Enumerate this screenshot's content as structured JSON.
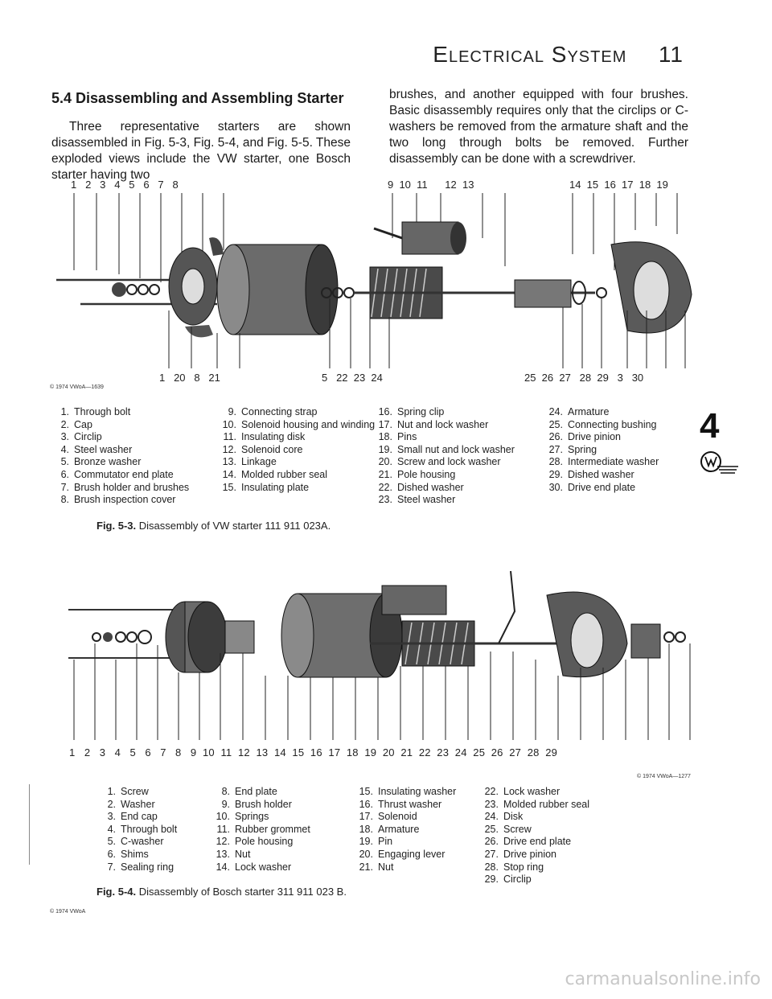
{
  "header": {
    "title": "Electrical System",
    "page_number": "11"
  },
  "section": {
    "title": "5.4 Disassembling and Assembling Starter",
    "para_left": "Three representative starters are shown disassembled in Fig. 5-3, Fig. 5-4, and Fig. 5-5. These exploded views include the VW starter, one Bosch starter having two",
    "para_right": "brushes, and another equipped with four brushes. Basic disassembly requires only that the circlips or C-washers be removed from the armature shaft and the two long through bolts be removed. Further disassembly can be done with a screwdriver."
  },
  "fig3": {
    "top_numbers": "1   2   3   4   5   6   7   8",
    "top_numbers_mid": "9  10  11      12  13",
    "top_numbers_right": "14  15  16  17  18  19",
    "bottom_numbers_left": "1   20   8   21",
    "bottom_numbers_mid": "5   22  23  24",
    "bottom_numbers_right": "25  26  27   28  29   3   30",
    "credit": "© 1974 VWoA—1639",
    "legend_col1": [
      {
        "n": "1.",
        "t": "Through bolt"
      },
      {
        "n": "2.",
        "t": "Cap"
      },
      {
        "n": "3.",
        "t": "Circlip"
      },
      {
        "n": "4.",
        "t": "Steel washer"
      },
      {
        "n": "5.",
        "t": "Bronze washer"
      },
      {
        "n": "6.",
        "t": "Commutator end plate"
      },
      {
        "n": "7.",
        "t": "Brush holder and brushes"
      },
      {
        "n": "8.",
        "t": "Brush inspection cover"
      }
    ],
    "legend_col2": [
      {
        "n": "9.",
        "t": "Connecting strap"
      },
      {
        "n": "10.",
        "t": "Solenoid housing and winding"
      },
      {
        "n": "11.",
        "t": "Insulating disk"
      },
      {
        "n": "12.",
        "t": "Solenoid core"
      },
      {
        "n": "13.",
        "t": "Linkage"
      },
      {
        "n": "14.",
        "t": "Molded rubber seal"
      },
      {
        "n": "15.",
        "t": "Insulating plate"
      }
    ],
    "legend_col3": [
      {
        "n": "16.",
        "t": "Spring clip"
      },
      {
        "n": "17.",
        "t": "Nut and lock washer"
      },
      {
        "n": "18.",
        "t": "Pins"
      },
      {
        "n": "19.",
        "t": "Small nut and lock washer"
      },
      {
        "n": "20.",
        "t": "Screw and lock washer"
      },
      {
        "n": "21.",
        "t": "Pole housing"
      },
      {
        "n": "22.",
        "t": "Dished washer"
      },
      {
        "n": "23.",
        "t": "Steel washer"
      }
    ],
    "legend_col4": [
      {
        "n": "24.",
        "t": "Armature"
      },
      {
        "n": "25.",
        "t": "Connecting bushing"
      },
      {
        "n": "26.",
        "t": "Drive pinion"
      },
      {
        "n": "27.",
        "t": "Spring"
      },
      {
        "n": "28.",
        "t": "Intermediate washer"
      },
      {
        "n": "29.",
        "t": "Dished washer"
      },
      {
        "n": "30.",
        "t": "Drive end plate"
      }
    ],
    "caption_label": "Fig. 5-3.",
    "caption_text": "Disassembly of VW starter 111 911 023A."
  },
  "fig4": {
    "bottom_numbers": "1   2   3   4   5   6   7   8   9  10  11  12  13  14  15  16  17  18  19  20  21  22  23  24  25  26  27  28  29",
    "credit": "© 1974 VWoA—1277",
    "legend_col1": [
      {
        "n": "1.",
        "t": "Screw"
      },
      {
        "n": "2.",
        "t": "Washer"
      },
      {
        "n": "3.",
        "t": "End cap"
      },
      {
        "n": "4.",
        "t": "Through bolt"
      },
      {
        "n": "5.",
        "t": "C-washer"
      },
      {
        "n": "6.",
        "t": "Shims"
      },
      {
        "n": "7.",
        "t": "Sealing ring"
      }
    ],
    "legend_col2": [
      {
        "n": "8.",
        "t": "End plate"
      },
      {
        "n": "9.",
        "t": "Brush holder"
      },
      {
        "n": "10.",
        "t": "Springs"
      },
      {
        "n": "11.",
        "t": "Rubber grommet"
      },
      {
        "n": "12.",
        "t": "Pole housing"
      },
      {
        "n": "13.",
        "t": "Nut"
      },
      {
        "n": "14.",
        "t": "Lock washer"
      }
    ],
    "legend_col3": [
      {
        "n": "15.",
        "t": "Insulating washer"
      },
      {
        "n": "16.",
        "t": "Thrust washer"
      },
      {
        "n": "17.",
        "t": "Solenoid"
      },
      {
        "n": "18.",
        "t": "Armature"
      },
      {
        "n": "19.",
        "t": "Pin"
      },
      {
        "n": "20.",
        "t": "Engaging lever"
      },
      {
        "n": "21.",
        "t": "Nut"
      }
    ],
    "legend_col4": [
      {
        "n": "22.",
        "t": "Lock washer"
      },
      {
        "n": "23.",
        "t": "Molded rubber seal"
      },
      {
        "n": "24.",
        "t": "Disk"
      },
      {
        "n": "25.",
        "t": "Screw"
      },
      {
        "n": "26.",
        "t": "Drive end plate"
      },
      {
        "n": "27.",
        "t": "Drive pinion"
      },
      {
        "n": "28.",
        "t": "Stop ring"
      },
      {
        "n": "29.",
        "t": "Circlip"
      }
    ],
    "caption_label": "Fig. 5-4.",
    "caption_text": "Disassembly of Bosch starter 311 911 023 B."
  },
  "footer_credit": "© 1974 VWoA",
  "side_tab": "4",
  "watermark": "carmanualsonline.info"
}
